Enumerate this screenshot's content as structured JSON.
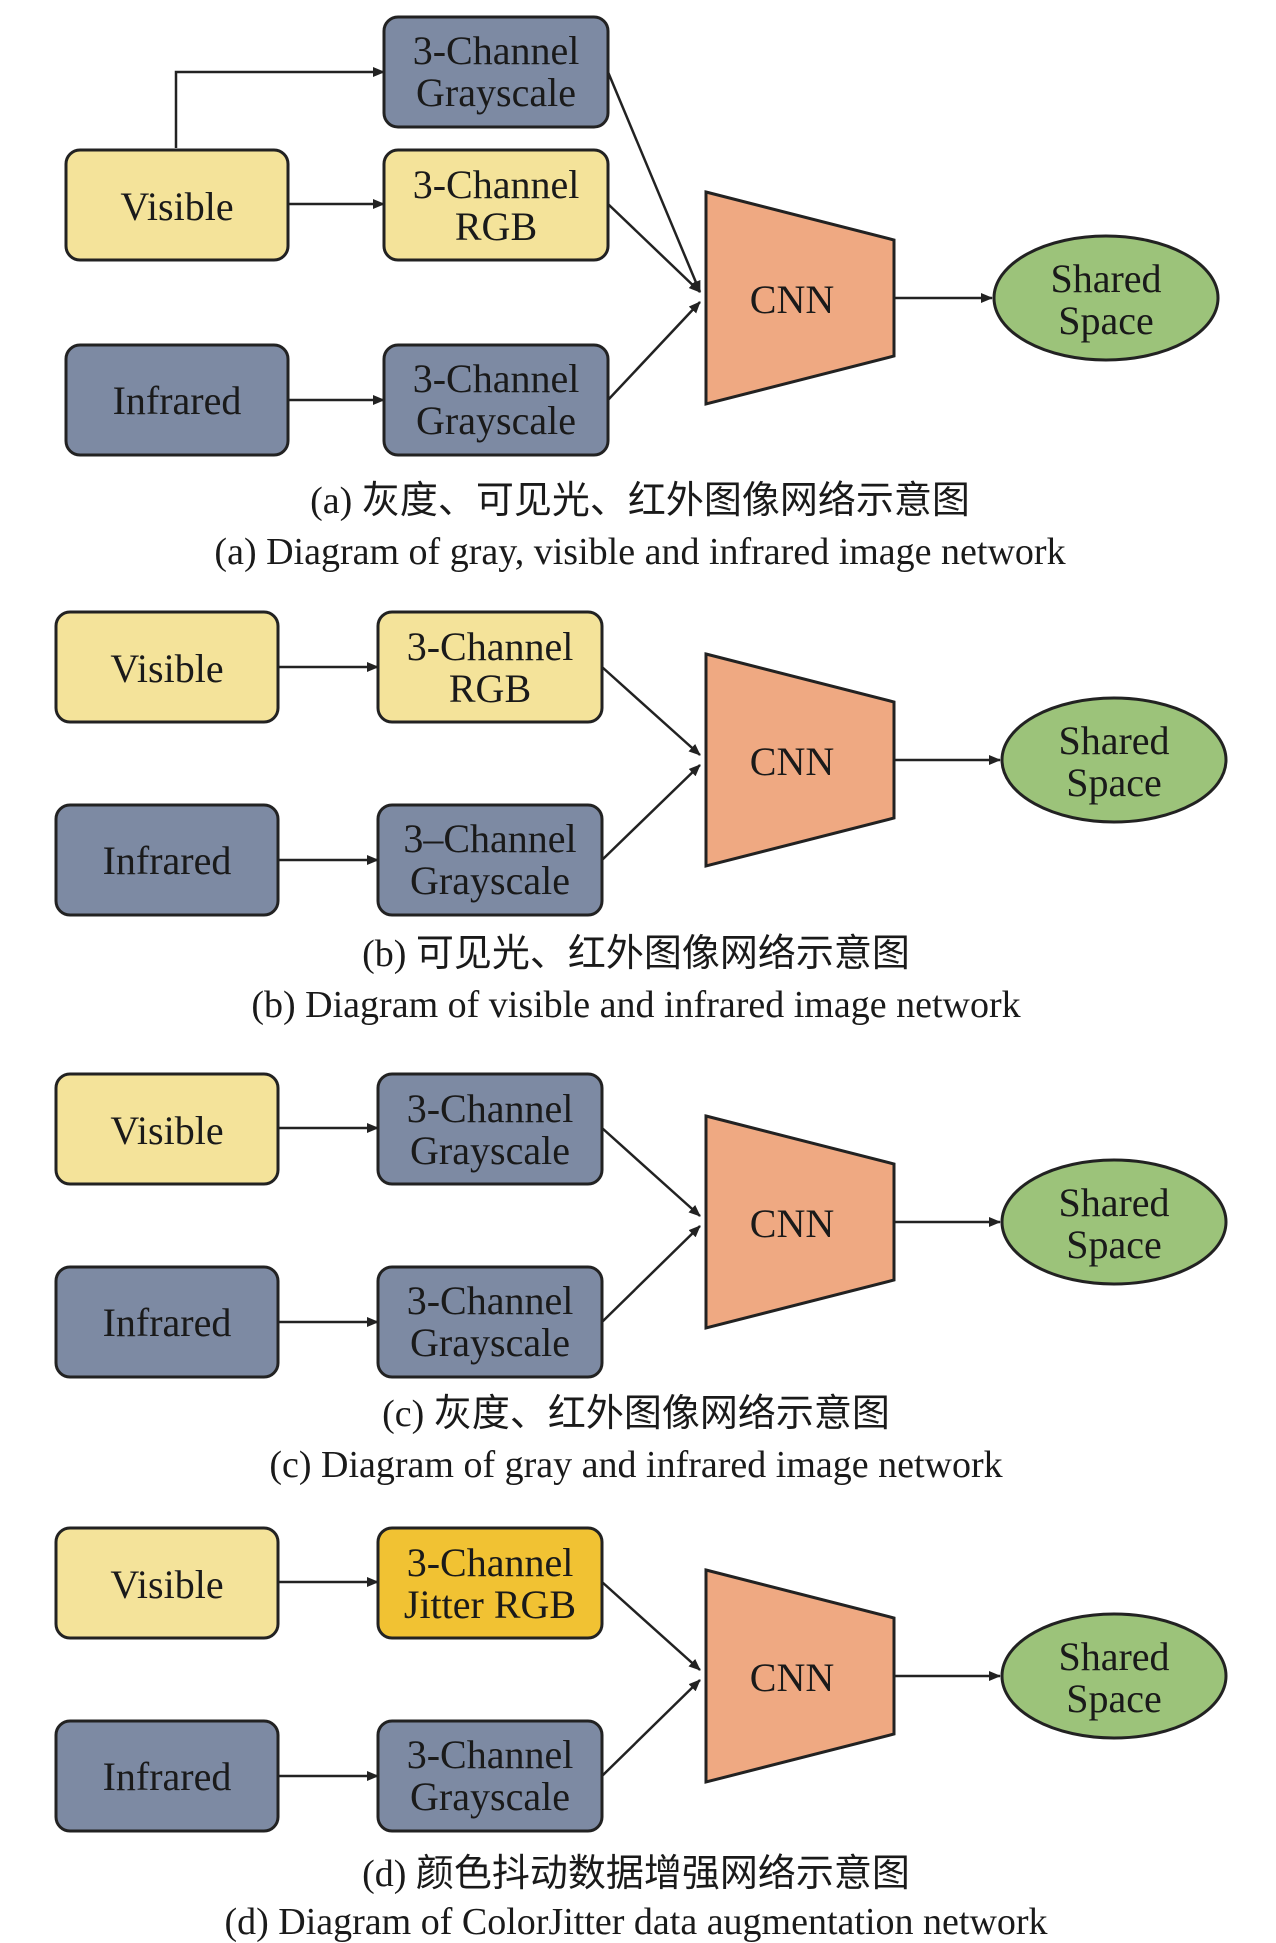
{
  "labels": {
    "visible": "Visible",
    "infrared": "Infrared",
    "ch3": "3-Channel",
    "ch3_dash": "3–Channel",
    "grayscale": "Grayscale",
    "rgb": "RGB",
    "jitter_rgb": "Jitter RGB",
    "cnn": "CNN",
    "shared": "Shared",
    "space": "Space"
  },
  "captions": {
    "a_cn": "(a) 灰度、可见光、红外图像网络示意图",
    "a_en": "(a) Diagram of gray, visible and infrared image network",
    "b_cn": "(b) 可见光、红外图像网络示意图",
    "b_en": "(b) Diagram of visible and infrared image network",
    "c_cn": "(c) 灰度、红外图像网络示意图",
    "c_en": "(c) Diagram of gray and infrared image network",
    "d_cn": "(d) 颜色抖动数据增强网络示意图",
    "d_en": "(d) Diagram of ColorJitter data augmentation network"
  },
  "colors": {
    "grayscale_box": "#7d8aa3",
    "visible_box": "#f4e39a",
    "jitter_box": "#f1c233",
    "cnn": "#efa982",
    "shared_space": "#9cc37a"
  }
}
